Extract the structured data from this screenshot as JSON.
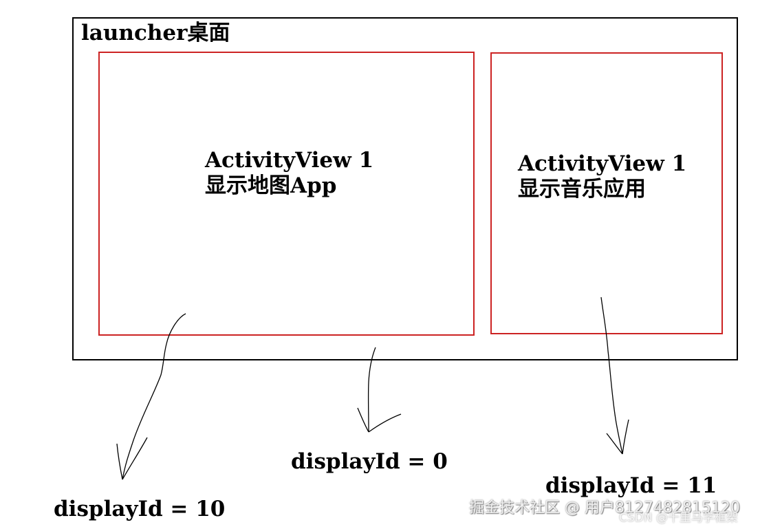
{
  "diagram": {
    "title": "launcher桌面",
    "activity_views": [
      {
        "line1": "ActivityView 1",
        "line2": "显示地图App"
      },
      {
        "line1": "ActivityView 1",
        "line2": "显示音乐应用"
      }
    ],
    "display_ids": [
      {
        "text": "displayId = 10"
      },
      {
        "text": "displayId = 0"
      },
      {
        "text": "displayId = 11"
      }
    ]
  },
  "colors": {
    "outer_border": "#000000",
    "view_border": "#cc2222",
    "arrow": "#000000"
  },
  "watermark": {
    "main": "掘金技术社区 @ 用户8127482815120",
    "sub": "CSDN @千里马学框架"
  }
}
